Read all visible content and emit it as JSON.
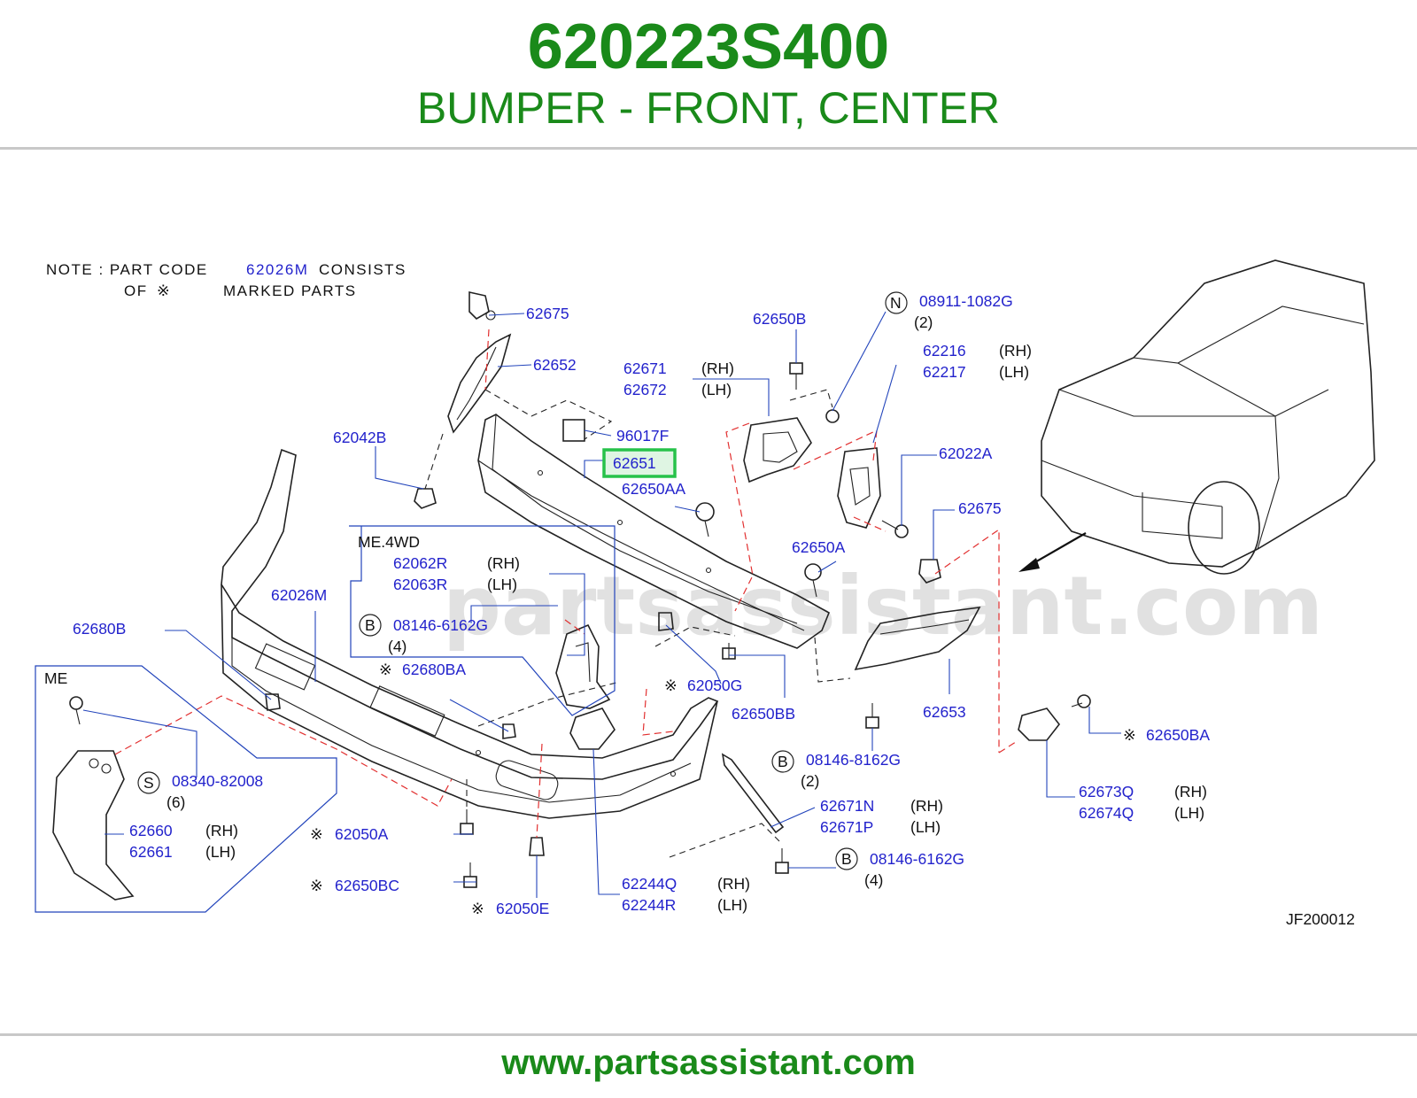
{
  "header": {
    "part_number": "620223S400",
    "title": "BUMPER - FRONT, CENTER"
  },
  "footer": {
    "url": "www.partsassistant.com"
  },
  "watermark": "partsassistant.com",
  "diagram_code": "JF200012",
  "note": {
    "line1_prefix": "NOTE  :  PART  CODE",
    "line1_code": "62026M",
    "line1_suffix": "CONSISTS",
    "line2_prefix": "OF",
    "line2_suffix": "MARKED  PARTS"
  },
  "symbols": {
    "marked": "※"
  },
  "highlight_color": "#27c24a",
  "group_labels": {
    "me_4wd": "ME.4WD",
    "me": "ME"
  },
  "circles": {
    "n": "N",
    "b": "B",
    "s": "S"
  },
  "sides": {
    "rh": "(RH)",
    "lh": "(LH)"
  },
  "qty": {
    "two": "(2)",
    "four": "(4)",
    "six": "(6)"
  },
  "parts": {
    "p62675a": "62675",
    "p62652": "62652",
    "p62650b": "62650B",
    "p08911": "08911-1082G",
    "p62671": "62671",
    "p62672": "62672",
    "p62216": "62216",
    "p62217": "62217",
    "p96017f": "96017F",
    "p62042b": "62042B",
    "p62651": "62651",
    "p62650aa": "62650AA",
    "p62022a": "62022A",
    "p62675b": "62675",
    "p62650a": "62650A",
    "p62062r": "62062R",
    "p62063r": "62063R",
    "p62026m": "62026M",
    "p08146a": "08146-6162G",
    "p62680b": "62680B",
    "p62680ba": "62680BA",
    "p62050g": "62050G",
    "p62650bb": "62650BB",
    "p62653": "62653",
    "p62650ba": "62650BA",
    "p08146b": "08146-8162G",
    "p62673q": "62673Q",
    "p62674q": "62674Q",
    "p08340": "08340-82008",
    "p62660": "62660",
    "p62661": "62661",
    "p62671n": "62671N",
    "p62671p": "62671P",
    "p62050a": "62050A",
    "p62650bc": "62650BC",
    "p62050e": "62050E",
    "p62244q": "62244Q",
    "p62244r": "62244R",
    "p08146c": "08146-6162G"
  }
}
